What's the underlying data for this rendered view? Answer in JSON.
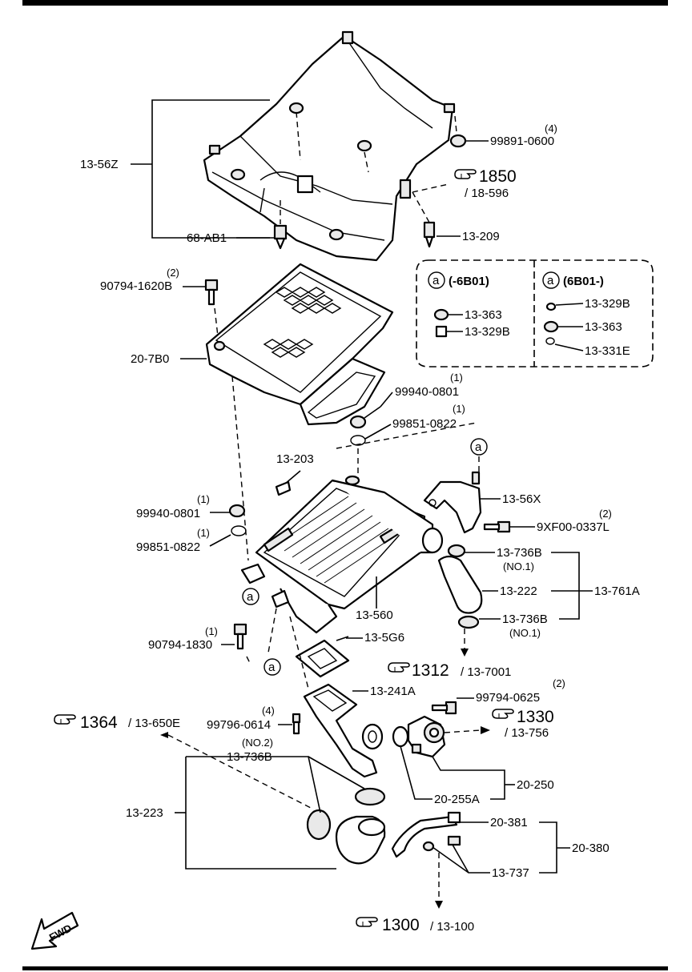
{
  "parts": {
    "p13_56Z": "13-56Z",
    "p99891_0600": "99891-0600",
    "q4_a": "(4)",
    "ref1850": "1850",
    "ref18_596": "/ 18-596",
    "p68_AB1": "68-AB1",
    "p13_209": "13-209",
    "p90794_1620B": "90794-1620B",
    "q2_a": "(2)",
    "p20_7B0": "20-7B0",
    "p99940_0801_a": "99940-0801",
    "q1_a": "(1)",
    "p99851_0822_a": "99851-0822",
    "q1_b": "(1)",
    "p13_203": "13-203",
    "p13_56X": "13-56X",
    "p9XF00_0337L": "9XF00-0337L",
    "q2_b": "(2)",
    "p99940_0801_b": "99940-0801",
    "q1_c": "(1)",
    "p99851_0822_b": "99851-0822",
    "q1_d": "(1)",
    "p13_736B_a": "13-736B",
    "no1_a": "(NO.1)",
    "p13_222": "13-222",
    "p13_761A": "13-761A",
    "p13_560": "13-560",
    "p13_736B_b": "13-736B",
    "no1_b": "(NO.1)",
    "p90794_1830": "90794-1830",
    "q1_e": "(1)",
    "p13_5G6": "13-5G6",
    "ref1312": "1312",
    "ref13_7001": "/ 13-7001",
    "p13_241A": "13-241A",
    "p99794_0625": "99794-0625",
    "q2_c": "(2)",
    "ref1364": "1364",
    "ref13_650E": "/ 13-650E",
    "p99796_0614": "99796-0614",
    "q4_b": "(4)",
    "ref1330": "1330",
    "ref13_756": "/ 13-756",
    "no2": "(NO.2)",
    "p13_736B_c": "13-736B",
    "p20_250": "20-250",
    "p20_255A": "20-255A",
    "p13_223": "13-223",
    "p20_381": "20-381",
    "p20_380": "20-380",
    "p13_737": "13-737",
    "ref1300": "1300",
    "ref13_100": "/ 13-100"
  },
  "callouts": {
    "a": "a"
  },
  "inset": {
    "left_header": "(-6B01)",
    "right_header": "(6B01-)",
    "left_363": "13-363",
    "left_329B": "13-329B",
    "right_329B": "13-329B",
    "right_363": "13-363",
    "right_331E": "13-331E"
  },
  "fwd": "FWD",
  "icons": [
    "pointing-hand-icon",
    "fwd-arrow-icon",
    "circled-a-callout"
  ]
}
